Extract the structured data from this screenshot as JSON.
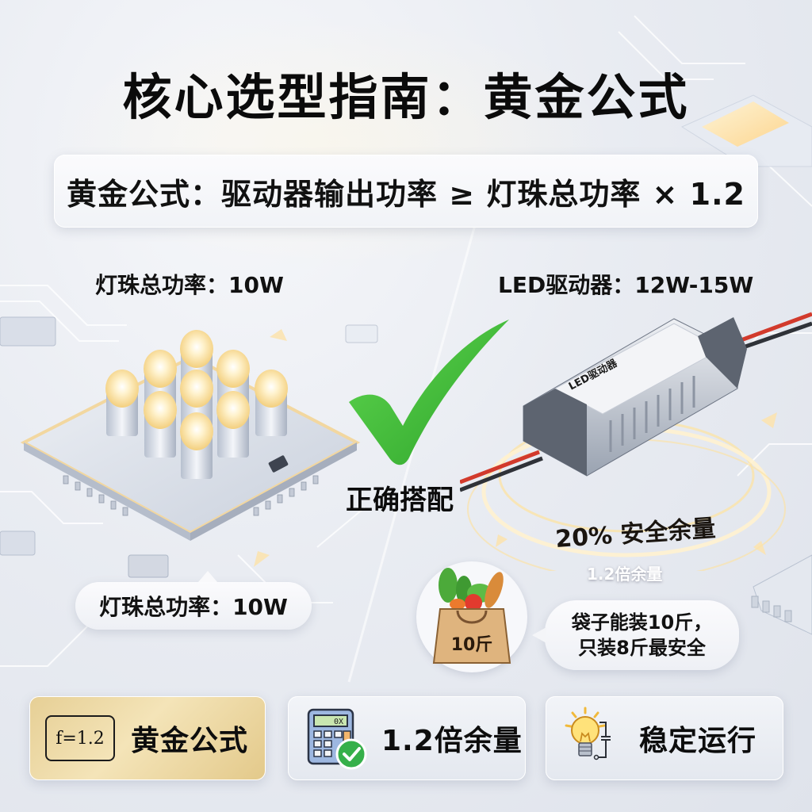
{
  "title": "核心选型指南：黄金公式",
  "formula": "黄金公式：驱动器输出功率 ≥ 灯珠总功率 × 1.2",
  "left_section": {
    "header_label": "灯珠总功率：10W",
    "pill_label": "灯珠总功率：10W",
    "led_count": 9
  },
  "right_section": {
    "header_label": "LED驱动器：12W-15W",
    "driver_label": "LED驱动器",
    "margin_label": "20% 安全余量",
    "margin_sub_label": "1.2倍余量"
  },
  "center": {
    "check_label": "正确搭配",
    "check_color": "#3cb83a"
  },
  "analogy": {
    "bag_label": "10斤",
    "speech_line1": "袋子能装10斤，",
    "speech_line2": "只装8斤最安全"
  },
  "bottom_cards": [
    {
      "icon": "formula-icon",
      "icon_text": "f=1.2",
      "label": "黄金公式"
    },
    {
      "icon": "calculator-check-icon",
      "icon_text": "0X",
      "label": "1.2倍余量"
    },
    {
      "icon": "lightbulb-circuit-icon",
      "label": "稳定运行"
    }
  ],
  "colors": {
    "gold": "#e6cf95",
    "check_green": "#3cb83a",
    "glow": "#ffe9b0",
    "background": "#e9ecf2"
  }
}
